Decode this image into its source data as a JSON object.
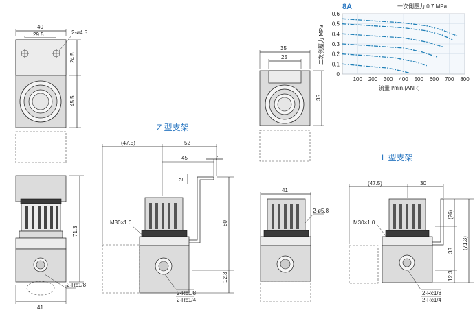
{
  "top_front": {
    "dims": [
      "40",
      "29.5",
      "2-ø4.5",
      "24.5",
      "45.5"
    ]
  },
  "top_side": {
    "dims": [
      "35",
      "25",
      "35"
    ]
  },
  "left_front": {
    "dims": [
      "71.3",
      "2-Rc1/8",
      "41"
    ]
  },
  "z_bracket": {
    "title": "Z 型支架",
    "dims": [
      "(47.5)",
      "52",
      "45",
      "7",
      "2",
      "M30×1.0",
      "80",
      "12.3",
      "2-Rc1/8",
      "2-Rc1/4"
    ]
  },
  "middle_side": {
    "dims": [
      "41",
      "2-ø5.8"
    ]
  },
  "l_bracket": {
    "title": "L 型支架",
    "dims": [
      "(47.5)",
      "30",
      "M30×1.0",
      "(26)",
      "33",
      "(71.3)",
      "12.3",
      "2-Rc1/8",
      "2-Rc1/4"
    ]
  },
  "chart_data": {
    "type": "line",
    "title": "8A",
    "legend_label": "一次側壓力 0.7 MPa",
    "xlabel": "流量 l/min.(ANR)",
    "ylabel": "二次側壓力 MPa",
    "xlim": [
      0,
      800
    ],
    "ylim": [
      0,
      0.6
    ],
    "x_ticks": [
      100,
      200,
      300,
      400,
      500,
      600,
      700,
      800
    ],
    "y_ticks": [
      0,
      0.1,
      0.2,
      0.3,
      0.4,
      0.5,
      0.6
    ],
    "grid": true,
    "series": [
      {
        "x": [
          0,
          200,
          400,
          550,
          650,
          750
        ],
        "values": [
          0.55,
          0.53,
          0.51,
          0.48,
          0.44,
          0.38
        ]
      },
      {
        "x": [
          0,
          200,
          400,
          550,
          650,
          720
        ],
        "values": [
          0.5,
          0.48,
          0.46,
          0.43,
          0.39,
          0.34
        ]
      },
      {
        "x": [
          0,
          200,
          400,
          550,
          660
        ],
        "values": [
          0.4,
          0.38,
          0.36,
          0.32,
          0.27
        ]
      },
      {
        "x": [
          0,
          200,
          400,
          520,
          620
        ],
        "values": [
          0.3,
          0.28,
          0.26,
          0.22,
          0.17
        ]
      },
      {
        "x": [
          0,
          200,
          350,
          480,
          560
        ],
        "values": [
          0.2,
          0.18,
          0.16,
          0.12,
          0.08
        ]
      },
      {
        "x": [
          0,
          150,
          300,
          390,
          440
        ],
        "values": [
          0.1,
          0.08,
          0.06,
          0.03,
          0.01
        ]
      }
    ]
  }
}
